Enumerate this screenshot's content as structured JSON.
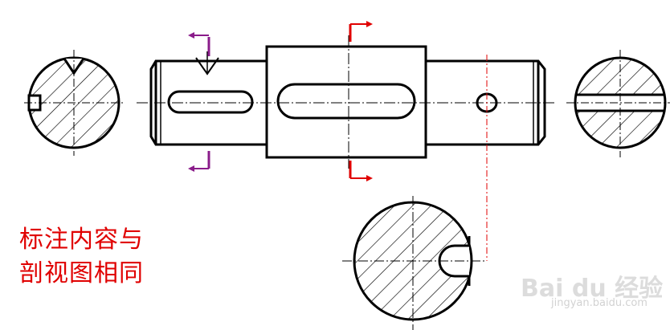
{
  "colors": {
    "outline": "#000000",
    "cut_marks_purple": "#8a1c8a",
    "cut_marks_red": "#e00000",
    "projection_line": "#e00000",
    "caption": "#e00000",
    "watermark": "#d8d8d8"
  },
  "caption": {
    "line1": "标注内容与",
    "line2": "剖视图相同"
  },
  "watermark": {
    "brand": "Bai du 经验",
    "url": "jingyan.baidu.com"
  }
}
